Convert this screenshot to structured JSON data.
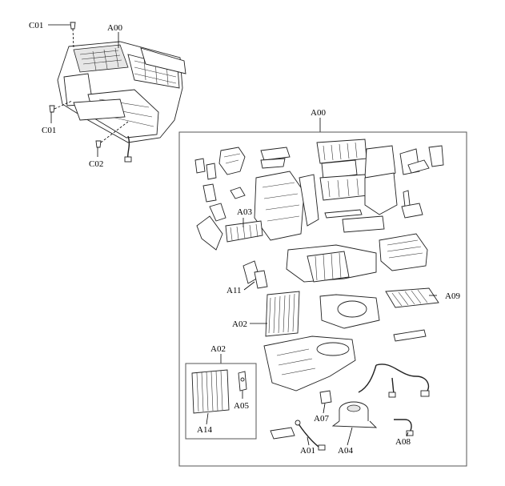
{
  "labels": {
    "c01_top": "C01",
    "a00_top": "A00",
    "c01_bottom": "C01",
    "c02": "C02",
    "a00_box": "A00",
    "a03": "A03",
    "a11": "A11",
    "a09": "A09",
    "a02_main": "A02",
    "a02_box": "A02",
    "a05": "A05",
    "a14": "A14",
    "a07": "A07",
    "a08": "A08",
    "a01": "A01",
    "a04": "A04"
  },
  "colors": {
    "line": "#222222",
    "frame": "#555555",
    "shade": "#e6e6e6"
  }
}
